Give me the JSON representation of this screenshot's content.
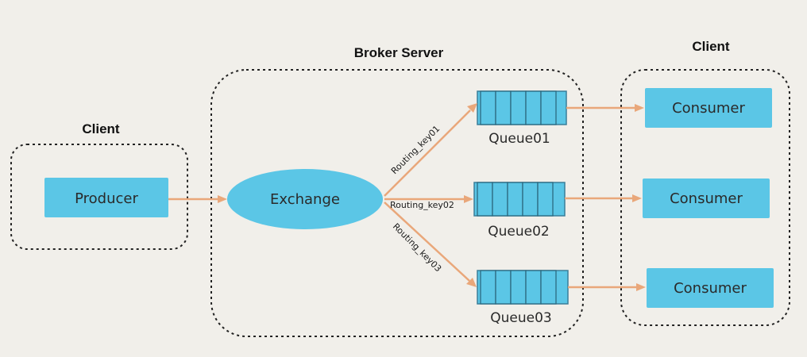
{
  "groups": {
    "producer_client_title": "Client",
    "broker_title": "Broker Server",
    "consumer_client_title": "Client"
  },
  "producer": {
    "label": "Producer"
  },
  "exchange": {
    "label": "Exchange"
  },
  "queues": [
    {
      "label": "Queue01",
      "routing_key": "Routing_key01"
    },
    {
      "label": "Queue02",
      "routing_key": "Routing_key02"
    },
    {
      "label": "Queue03",
      "routing_key": "Routing_key03"
    }
  ],
  "consumers": [
    {
      "label": "Consumer"
    },
    {
      "label": "Consumer"
    },
    {
      "label": "Consumer"
    }
  ],
  "colors": {
    "node_fill": "#5bc6e6",
    "arrow": "#e9a77a",
    "background": "#f1efea"
  }
}
